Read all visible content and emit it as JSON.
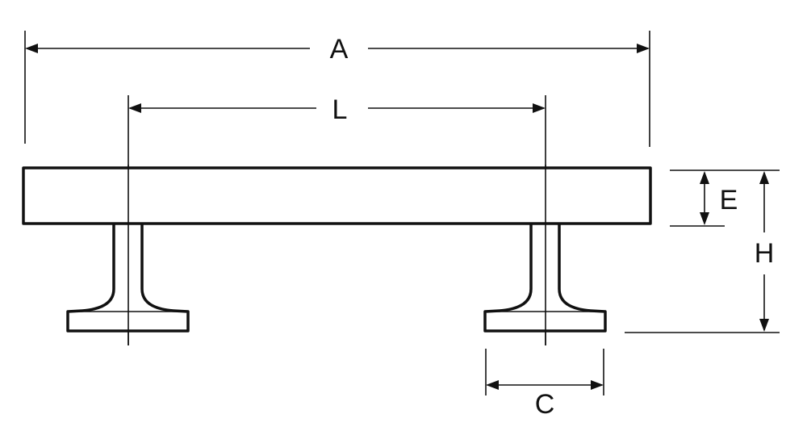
{
  "labels": {
    "overall_length": "A",
    "center_to_center": "L",
    "bar_thickness": "E",
    "total_height": "H",
    "base_width": "C"
  },
  "colors": {
    "line": "#111111",
    "background": "#ffffff"
  }
}
